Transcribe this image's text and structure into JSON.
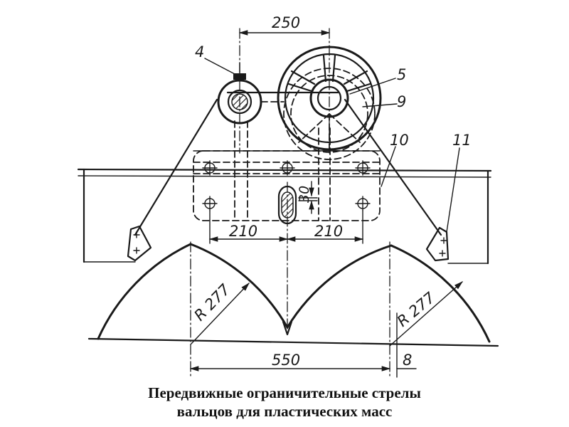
{
  "figure": {
    "dimensions": {
      "top": "250",
      "left_offset": "210",
      "right_offset": "210",
      "slot": "30",
      "radius_left": "R 277",
      "radius_right": "R 277",
      "bottom": "550",
      "gap": "8"
    },
    "callouts": {
      "c4": "4",
      "c5": "5",
      "c9": "9",
      "c10": "10",
      "c11": "11"
    }
  },
  "caption": {
    "line1": "Передвижные ограничительные стрелы",
    "line2": "вальцов для пластических масс"
  }
}
